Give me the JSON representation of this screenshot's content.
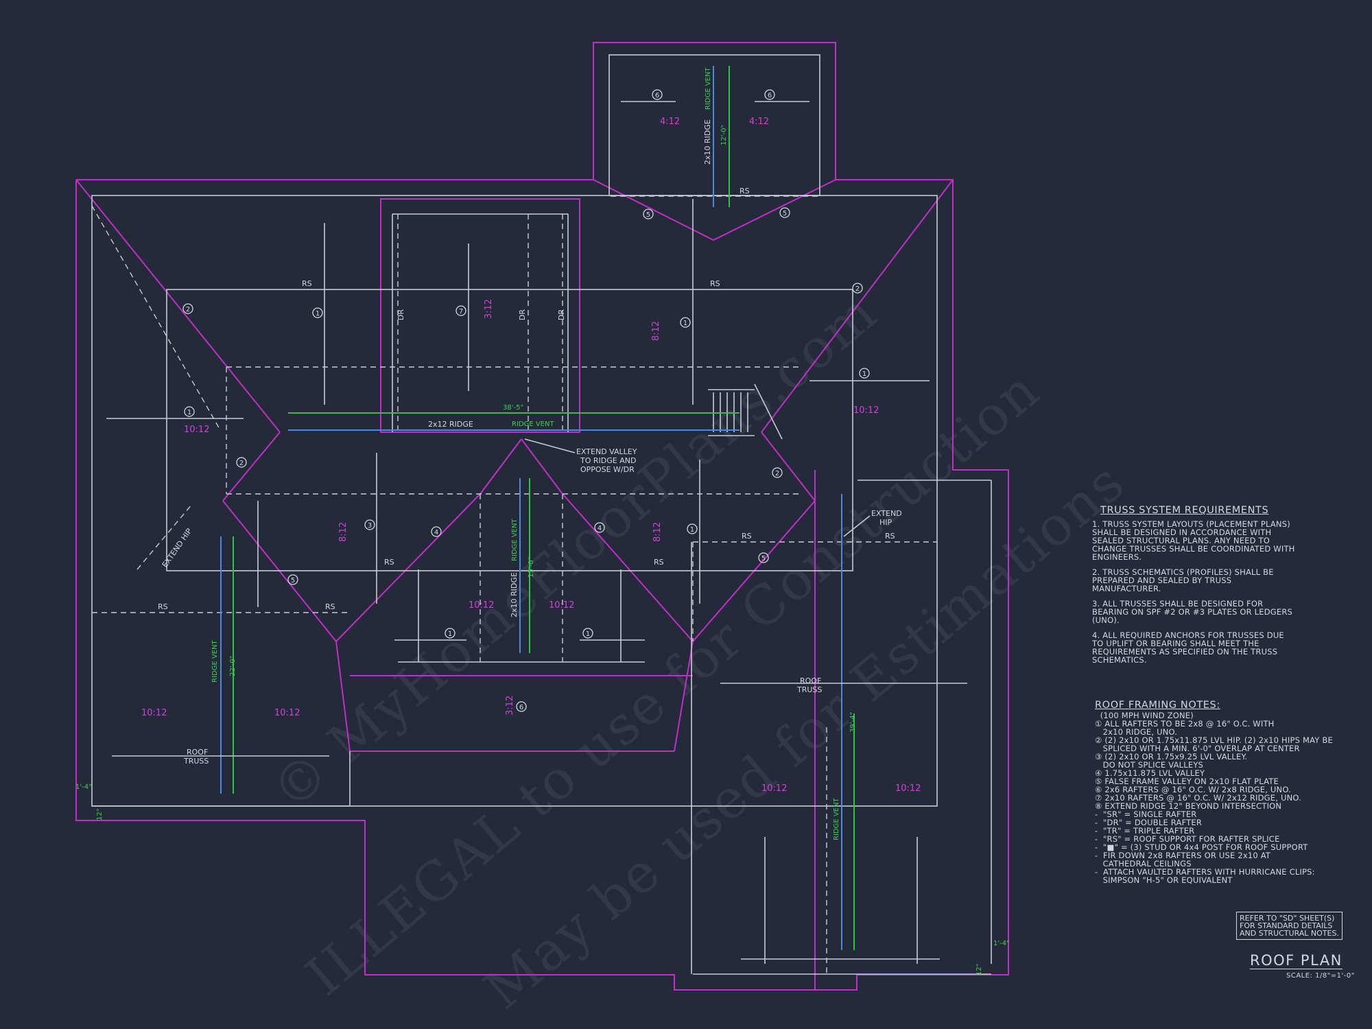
{
  "watermark": {
    "line1": "© MyHomeFloorPlans.com",
    "line2": "ILLEGAL to use for Construction",
    "line3": "May be used for Estimations"
  },
  "plan_labels": {
    "ridge_main": "2x12 RIDGE",
    "ridge_main_len": "38'-5\"",
    "ridge_vent": "RIDGE VENT",
    "ridge_2x10": "2x10 RIDGE",
    "len_12": "12'-0\"",
    "len_15": "15'-0\"",
    "len_22": "22'-0\"",
    "len_39": "39'-4\"",
    "rs": "RS",
    "dr": "DR",
    "extend_valley": [
      "EXTEND VALLEY",
      "TO RIDGE AND",
      "OPPOSE W/DR"
    ],
    "extend_hip": [
      "EXTEND",
      "HIP"
    ],
    "extend_hip_left": "EXTEND HIP",
    "roof_truss": [
      "ROOF",
      "TRUSS"
    ],
    "dim_1_4": "1'-4\"",
    "dim_12": "12\"",
    "pitches": {
      "p4_12": "4:12",
      "p3_12": "3:12",
      "p8_12": "8:12",
      "p10_12": "10:12"
    },
    "markers": [
      "1",
      "2",
      "3",
      "4",
      "5",
      "6",
      "7"
    ]
  },
  "truss_requirements": {
    "heading": "TRUSS SYSTEM REQUIREMENTS",
    "items": [
      "1. TRUSS SYSTEM LAYOUTS (PLACEMENT PLANS) SHALL BE DESIGNED IN ACCORDANCE WITH SEALED STRUCTURAL PLANS. ANY NEED TO CHANGE TRUSSES SHALL BE COORDINATED WITH ENGINEERS.",
      "2. TRUSS SCHEMATICS (PROFILES) SHALL BE PREPARED AND SEALED BY TRUSS MANUFACTURER.",
      "3. ALL TRUSSES SHALL BE DESIGNED FOR BEARING ON SPF #2 OR #3 PLATES OR LEDGERS (UNO).",
      "4. ALL REQUIRED ANCHORS FOR TRUSSES DUE TO UPLIFT OR BEARING SHALL MEET THE REQUIREMENTS AS SPECIFIED ON THE TRUSS SCHEMATICS."
    ]
  },
  "roof_framing_notes": {
    "heading": "ROOF FRAMING NOTES:",
    "lines": [
      "  (100 MPH WIND ZONE)",
      "① ALL RAFTERS TO BE 2x8 @ 16\" O.C. WITH",
      "   2x10 RIDGE, UNO.",
      "② (2) 2x10 OR 1.75x11.875 LVL HIP. (2) 2x10 HIPS MAY BE",
      "   SPLICED WITH A MIN. 6'-0\" OVERLAP AT CENTER",
      "③ (2) 2x10 OR 1.75x9.25 LVL VALLEY.",
      "   DO NOT SPLICE VALLEYS",
      "④ 1.75x11.875 LVL VALLEY",
      "⑤ FALSE FRAME VALLEY ON 2x10 FLAT PLATE",
      "⑥ 2x6 RAFTERS @ 16\" O.C. W/ 2x8 RIDGE, UNO.",
      "⑦ 2x10 RAFTERS @ 16\" O.C. W/ 2x12 RIDGE, UNO.",
      "⑧ EXTEND RIDGE 12\" BEYOND INTERSECTION",
      "-  \"SR\" = SINGLE RAFTER",
      "-  \"DR\" = DOUBLE RAFTER",
      "-  \"TR\" = TRIPLE RAFTER",
      "-  \"RS\" = ROOF SUPPORT FOR RAFTER SPLICE",
      "-  \"■\" = (3) STUD OR 4x4 POST FOR ROOF SUPPORT",
      "-  FIR DOWN 2x8 RAFTERS OR USE 2x10 AT",
      "   CATHEDRAL CEILINGS",
      "-  ATTACH VAULTED RAFTERS WITH HURRICANE CLIPS:",
      "   SIMPSON \"H-5\" OR EQUIVALENT"
    ]
  },
  "refer_box": [
    "REFER TO \"SD\" SHEET(S)",
    "FOR STANDARD DETAILS",
    "AND STRUCTURAL NOTES."
  ],
  "title": "ROOF PLAN",
  "scale": "SCALE: 1/8\"=1'-0\"",
  "colors": {
    "background": "#252a3b",
    "wall_outline": "#c02fc8",
    "lines": "#c9cbd3",
    "ridge_dim": "#27c93f",
    "ridge_vent": "#4a8ae0"
  }
}
